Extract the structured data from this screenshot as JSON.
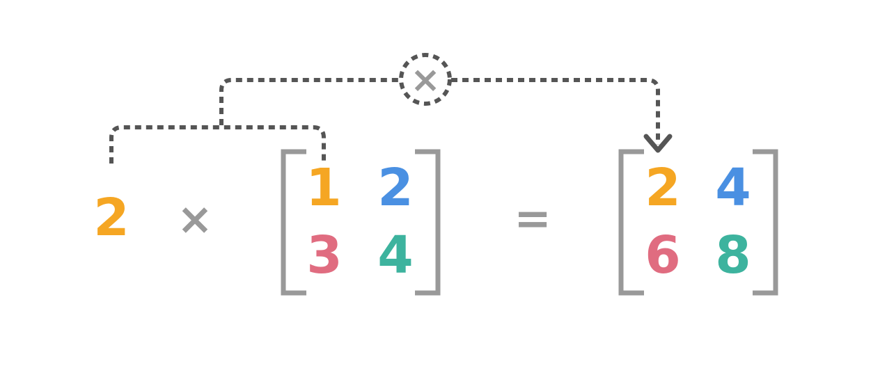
{
  "scalar": {
    "value": "2",
    "color": "#F5A623"
  },
  "multiply_symbol": "×",
  "equals_symbol": "=",
  "circle_operator_symbol": "×",
  "input_matrix": {
    "cells": [
      [
        {
          "value": "1",
          "color": "#F5A623"
        },
        {
          "value": "2",
          "color": "#4A90E2"
        }
      ],
      [
        {
          "value": "3",
          "color": "#E06C80"
        },
        {
          "value": "4",
          "color": "#3DB39E"
        }
      ]
    ]
  },
  "result_matrix": {
    "cells": [
      [
        {
          "value": "2",
          "color": "#F5A623"
        },
        {
          "value": "4",
          "color": "#4A90E2"
        }
      ],
      [
        {
          "value": "6",
          "color": "#E06C80"
        },
        {
          "value": "8",
          "color": "#3DB39E"
        }
      ]
    ]
  },
  "colors": {
    "bracket": "#999999",
    "operator": "#999999",
    "connector": "#555555"
  }
}
